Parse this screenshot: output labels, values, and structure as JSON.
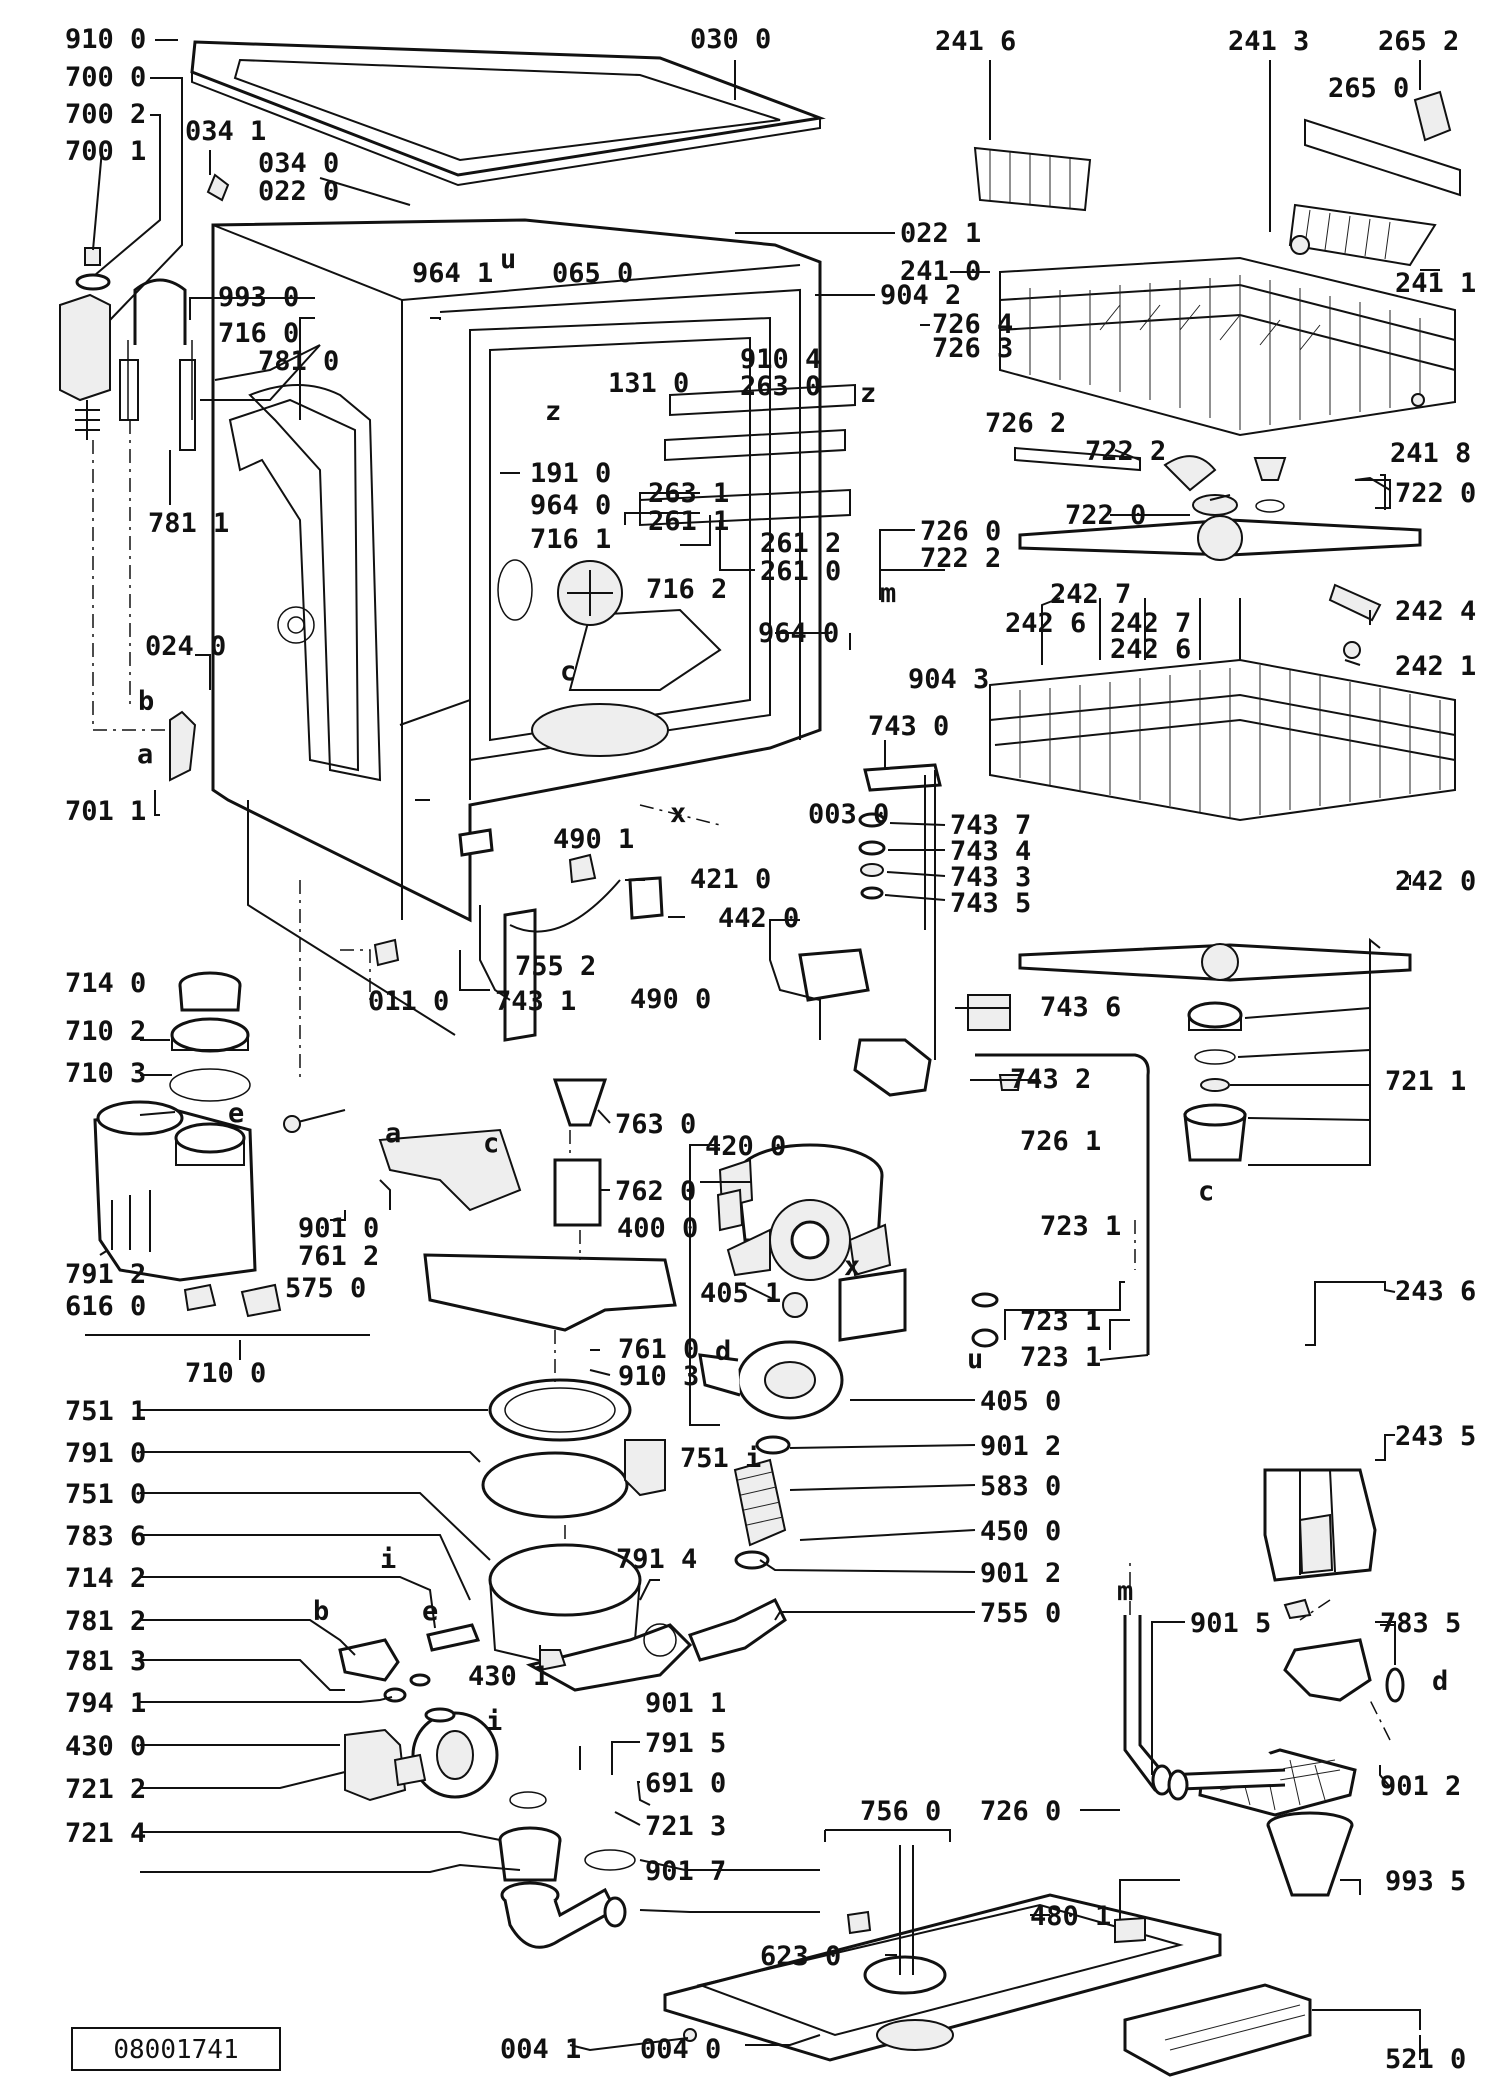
{
  "document_id": "08001741",
  "labels": [
    {
      "id": "910-0",
      "text": "910 0"
    },
    {
      "id": "700-0",
      "text": "700 0"
    },
    {
      "id": "700-2",
      "text": "700 2"
    },
    {
      "id": "700-1",
      "text": "700 1"
    },
    {
      "id": "034-1",
      "text": "034 1"
    },
    {
      "id": "034-0",
      "text": "034 0"
    },
    {
      "id": "022-0",
      "text": "022 0"
    },
    {
      "id": "030-0",
      "text": "030 0"
    },
    {
      "id": "241-6",
      "text": "241 6"
    },
    {
      "id": "241-3",
      "text": "241 3"
    },
    {
      "id": "265-2",
      "text": "265 2"
    },
    {
      "id": "265-0",
      "text": "265 0"
    },
    {
      "id": "022-1",
      "text": "022 1"
    },
    {
      "id": "241-0",
      "text": "241 0"
    },
    {
      "id": "904-2",
      "text": "904 2"
    },
    {
      "id": "241-1",
      "text": "241 1"
    },
    {
      "id": "964-1",
      "text": "964 1"
    },
    {
      "id": "065-0",
      "text": "065 0"
    },
    {
      "id": "993-0",
      "text": "993 0"
    },
    {
      "id": "716-0",
      "text": "716 0"
    },
    {
      "id": "781-0",
      "text": "781 0"
    },
    {
      "id": "726-4",
      "text": "726 4"
    },
    {
      "id": "726-3",
      "text": "726 3"
    },
    {
      "id": "910-4",
      "text": "910 4"
    },
    {
      "id": "263-0",
      "text": "263 0"
    },
    {
      "id": "131-0",
      "text": "131 0"
    },
    {
      "id": "726-2",
      "text": "726 2"
    },
    {
      "id": "241-8",
      "text": "241 8"
    },
    {
      "id": "722-2a",
      "text": "722 2"
    },
    {
      "id": "722-0a",
      "text": "722 0"
    },
    {
      "id": "722-0b",
      "text": "722 0"
    },
    {
      "id": "781-1",
      "text": "781 1"
    },
    {
      "id": "191-0",
      "text": "191 0"
    },
    {
      "id": "263-1",
      "text": "263 1"
    },
    {
      "id": "261-1",
      "text": "261 1"
    },
    {
      "id": "964-0a",
      "text": "964 0"
    },
    {
      "id": "261-2",
      "text": "261 2"
    },
    {
      "id": "261-0",
      "text": "261 0"
    },
    {
      "id": "726-0a",
      "text": "726 0"
    },
    {
      "id": "722-2b",
      "text": "722 2"
    },
    {
      "id": "716-1",
      "text": "716 1"
    },
    {
      "id": "716-2",
      "text": "716 2"
    },
    {
      "id": "242-7a",
      "text": "242 7"
    },
    {
      "id": "242-6a",
      "text": "242 6"
    },
    {
      "id": "242-7b",
      "text": "242 7"
    },
    {
      "id": "242-6b",
      "text": "242 6"
    },
    {
      "id": "242-4",
      "text": "242 4"
    },
    {
      "id": "964-0b",
      "text": "964 0"
    },
    {
      "id": "904-3",
      "text": "904 3"
    },
    {
      "id": "242-1",
      "text": "242 1"
    },
    {
      "id": "024-0",
      "text": "024 0"
    },
    {
      "id": "743-0",
      "text": "743 0"
    },
    {
      "id": "701-1",
      "text": "701 1"
    },
    {
      "id": "003-0",
      "text": "003 0"
    },
    {
      "id": "743-7",
      "text": "743 7"
    },
    {
      "id": "743-4",
      "text": "743 4"
    },
    {
      "id": "743-3",
      "text": "743 3"
    },
    {
      "id": "743-5",
      "text": "743 5"
    },
    {
      "id": "242-0",
      "text": "242 0"
    },
    {
      "id": "490-1a",
      "text": "490 1"
    },
    {
      "id": "421-0",
      "text": "421 0"
    },
    {
      "id": "442-0",
      "text": "442 0"
    },
    {
      "id": "755-2",
      "text": "755 2"
    },
    {
      "id": "743-1",
      "text": "743 1"
    },
    {
      "id": "490-0",
      "text": "490 0"
    },
    {
      "id": "011-0",
      "text": "011 0"
    },
    {
      "id": "714-0",
      "text": "714 0"
    },
    {
      "id": "743-6",
      "text": "743 6"
    },
    {
      "id": "710-2",
      "text": "710 2"
    },
    {
      "id": "743-2",
      "text": "743 2"
    },
    {
      "id": "721-1",
      "text": "721 1"
    },
    {
      "id": "710-3",
      "text": "710 3"
    },
    {
      "id": "763-0",
      "text": "763 0"
    },
    {
      "id": "420-0",
      "text": "420 0"
    },
    {
      "id": "726-1",
      "text": "726 1"
    },
    {
      "id": "762-0",
      "text": "762 0"
    },
    {
      "id": "400-0",
      "text": "400 0"
    },
    {
      "id": "901-0",
      "text": "901 0"
    },
    {
      "id": "761-2",
      "text": "761 2"
    },
    {
      "id": "723-1a",
      "text": "723 1"
    },
    {
      "id": "791-2",
      "text": "791 2"
    },
    {
      "id": "616-0",
      "text": "616 0"
    },
    {
      "id": "575-0",
      "text": "575 0"
    },
    {
      "id": "405-1",
      "text": "405 1"
    },
    {
      "id": "243-6",
      "text": "243 6"
    },
    {
      "id": "723-1b",
      "text": "723 1"
    },
    {
      "id": "723-1c",
      "text": "723 1"
    },
    {
      "id": "710-0",
      "text": "710 0"
    },
    {
      "id": "761-0",
      "text": "761 0"
    },
    {
      "id": "910-3",
      "text": "910 3"
    },
    {
      "id": "751-1",
      "text": "751 1"
    },
    {
      "id": "405-0",
      "text": "405 0"
    },
    {
      "id": "243-5",
      "text": "243 5"
    },
    {
      "id": "791-0",
      "text": "791 0"
    },
    {
      "id": "751-i",
      "text": "751 i"
    },
    {
      "id": "901-2a",
      "text": "901 2"
    },
    {
      "id": "751-0",
      "text": "751 0"
    },
    {
      "id": "583-0",
      "text": "583 0"
    },
    {
      "id": "783-6",
      "text": "783 6"
    },
    {
      "id": "450-0",
      "text": "450 0"
    },
    {
      "id": "714-2",
      "text": "714 2"
    },
    {
      "id": "791-4",
      "text": "791 4"
    },
    {
      "id": "901-2b",
      "text": "901 2"
    },
    {
      "id": "781-2",
      "text": "781 2"
    },
    {
      "id": "755-0",
      "text": "755 0"
    },
    {
      "id": "781-3",
      "text": "781 3"
    },
    {
      "id": "901-5",
      "text": "901 5"
    },
    {
      "id": "783-5",
      "text": "783 5"
    },
    {
      "id": "794-1",
      "text": "794 1"
    },
    {
      "id": "430-1",
      "text": "430 1"
    },
    {
      "id": "901-1",
      "text": "901 1"
    },
    {
      "id": "430-0",
      "text": "430 0"
    },
    {
      "id": "791-5",
      "text": "791 5"
    },
    {
      "id": "901-2c",
      "text": "901 2"
    },
    {
      "id": "721-2",
      "text": "721 2"
    },
    {
      "id": "691-0",
      "text": "691 0"
    },
    {
      "id": "726-0b",
      "text": "726 0"
    },
    {
      "id": "721-3",
      "text": "721 3"
    },
    {
      "id": "756-0",
      "text": "756 0"
    },
    {
      "id": "721-4",
      "text": "721 4"
    },
    {
      "id": "901-7",
      "text": "901 7"
    },
    {
      "id": "480-1",
      "text": "480 1"
    },
    {
      "id": "993-5",
      "text": "993 5"
    },
    {
      "id": "623-0",
      "text": "623 0"
    },
    {
      "id": "004-1",
      "text": "004 1"
    },
    {
      "id": "004-0",
      "text": "004 0"
    },
    {
      "id": "521-0",
      "text": "521 0"
    }
  ],
  "letters": [
    {
      "id": "u-top",
      "text": "u"
    },
    {
      "id": "z-1",
      "text": "z"
    },
    {
      "id": "z-2",
      "text": "z"
    },
    {
      "id": "c-tub",
      "text": "c"
    },
    {
      "id": "a-1",
      "text": "a"
    },
    {
      "id": "b-1",
      "text": "b"
    },
    {
      "id": "x-1",
      "text": "x"
    },
    {
      "id": "m-1",
      "text": "m"
    },
    {
      "id": "e-1",
      "text": "e"
    },
    {
      "id": "a-2",
      "text": "a"
    },
    {
      "id": "c-2",
      "text": "c"
    },
    {
      "id": "c-3",
      "text": "c"
    },
    {
      "id": "x-2",
      "text": "x"
    },
    {
      "id": "d-1",
      "text": "d"
    },
    {
      "id": "u-2",
      "text": "u"
    },
    {
      "id": "b-2",
      "text": "b"
    },
    {
      "id": "e-2",
      "text": "e"
    },
    {
      "id": "i-1",
      "text": "i"
    },
    {
      "id": "m-2",
      "text": "m"
    },
    {
      "id": "d-2",
      "text": "d"
    },
    {
      "id": "i-2",
      "text": "i"
    }
  ]
}
